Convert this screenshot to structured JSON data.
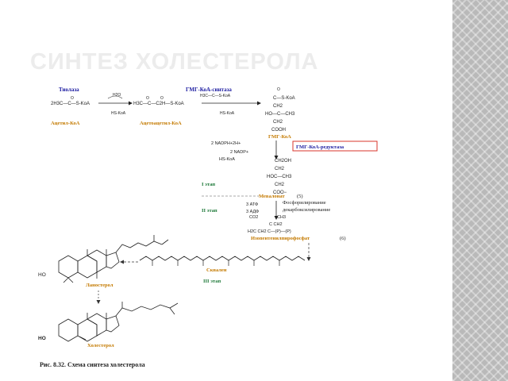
{
  "slide": {
    "title": "СИНТЕЗ ХОЛЕСТЕРОЛА",
    "colors": {
      "title": "#ececec",
      "stripe": "#b9b9b9",
      "enzyme": "#1a1aa0",
      "compound": "#c47a00",
      "stage": "#1f7a3a",
      "highlight": "#d9342b"
    }
  },
  "diagram": {
    "enzyme_thiolase": "Тиолаза",
    "enzyme_hmg_synthase": "ГМГ-КоА-синтаза",
    "acetyl_coa_formula": "2H3C—C—S-KoA",
    "acetyl_coa": "Ацетил-КоА",
    "h2o": "H2O",
    "hs_koa_1": "HS-KoA",
    "acetoacetyl_formula": "H3C—C—C2H—S-KoA",
    "acetoacetyl_coa": "Ацетоацетил-КоА",
    "acetyl_small": "H3C—C—S-KoA",
    "hs_koa_2": "HS-KoA",
    "hmg_o": "O",
    "hmg_l1": "C—S-KoA",
    "hmg_l2": "CH2",
    "hmg_l3": "HO—C—CH3",
    "hmg_l4": "CH2",
    "hmg_l5": "COOH",
    "hmg_coa": "ГМГ-КоА",
    "nadph": "2 NADPH+2H+",
    "nadp": "2 NADP+",
    "hs_koa_3": "HS-KoA",
    "hmg_reductase": "ГМГ-КоА-редуктаза",
    "mev_l1": "CH2OH",
    "mev_l2": "CH2",
    "mev_l3": "HOC—CH3",
    "mev_l4": "CH2",
    "mev_l5": "COO−",
    "stage1": "I этап",
    "mevalonate": "Мевалонат",
    "mevalonate_num": "(5)",
    "phosphorylation": "Фосфорилирование",
    "decarbox": "декарбоксилирование",
    "atp": "3 АТФ",
    "adp": "3 АДФ",
    "co2": "CO2",
    "stage2": "II этап",
    "ipp_l1": "CH3",
    "ipp_l2": "C      CH2",
    "ipp_l3": "H2C      CH2  C—(P)—(P)",
    "ipp": "Изопентенилпирофосфат",
    "ipp_num": "(6)",
    "lanosterol": "Ланостерол",
    "squalene": "Сквален",
    "stage3": "III этап",
    "ho_1": "HO",
    "ho_2": "HO",
    "cholesterol": "Холестерол"
  },
  "caption": "Рис. 8.32. Схема синтеза холестерола"
}
